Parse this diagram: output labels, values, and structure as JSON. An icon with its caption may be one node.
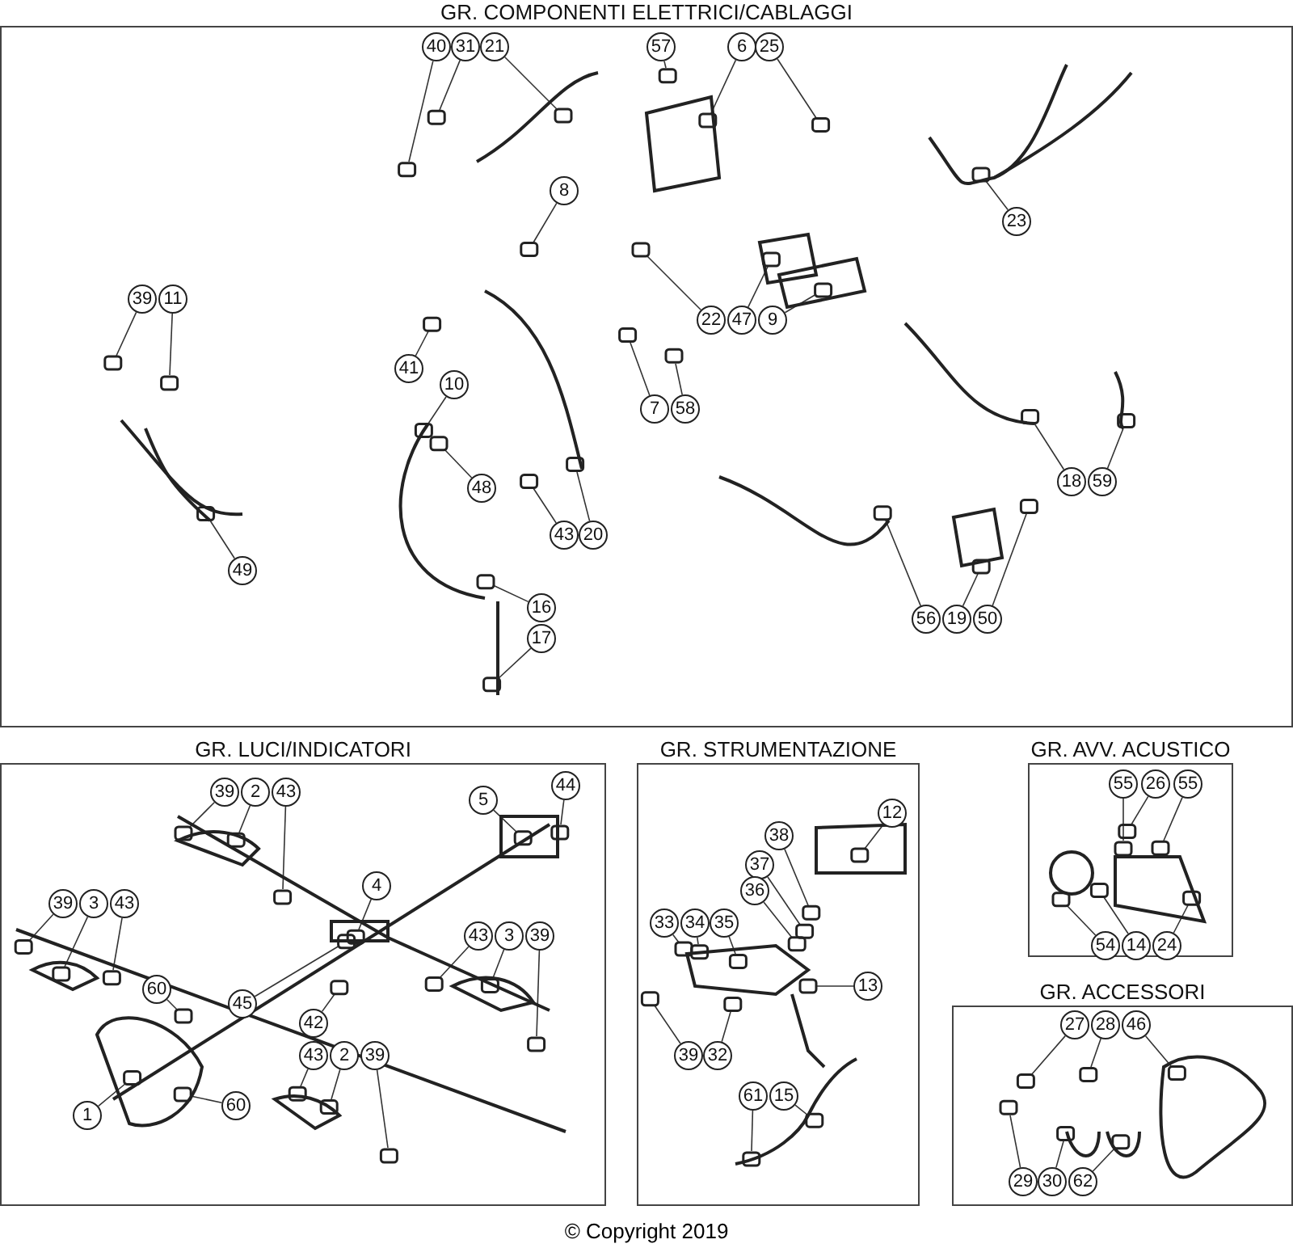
{
  "diagram": {
    "caption": "© Copyright 2019",
    "nodes": [
      {
        "text": [
          "GR. COMPONENTI ELETTRICI/CABLAGGI"
        ]
      },
      {
        "text": [
          "40"
        ],
        "in": 0
      },
      {
        "text": [
          "31"
        ],
        "in": 0
      },
      {
        "text": [
          "21"
        ],
        "in": 0
      },
      {
        "text": [
          "57"
        ],
        "in": 0
      },
      {
        "text": [
          "6"
        ],
        "in": 0
      },
      {
        "text": [
          "25"
        ],
        "in": 0
      },
      {
        "text": [
          "8"
        ],
        "in": 0
      },
      {
        "text": [
          "22"
        ],
        "in": 0
      },
      {
        "text": [
          "47"
        ],
        "in": 0
      },
      {
        "text": [
          "9"
        ],
        "in": 0
      },
      {
        "text": [
          "23"
        ],
        "in": 0
      },
      {
        "text": [
          "39"
        ],
        "in": 0
      },
      {
        "text": [
          "11"
        ],
        "in": 0
      },
      {
        "text": [
          "41"
        ],
        "in": 0
      },
      {
        "text": [
          "10"
        ],
        "in": 0
      },
      {
        "text": [
          "7"
        ],
        "in": 0
      },
      {
        "text": [
          "58"
        ],
        "in": 0
      },
      {
        "text": [
          "48"
        ],
        "in": 0
      },
      {
        "text": [
          "43"
        ],
        "in": 0
      },
      {
        "text": [
          "20"
        ],
        "in": 0
      },
      {
        "text": [
          "18"
        ],
        "in": 0
      },
      {
        "text": [
          "59"
        ],
        "in": 0
      },
      {
        "text": [
          "49"
        ],
        "in": 0
      },
      {
        "text": [
          "16"
        ],
        "in": 0
      },
      {
        "text": [
          "17"
        ],
        "in": 0
      },
      {
        "text": [
          "56"
        ],
        "in": 0
      },
      {
        "text": [
          "19"
        ],
        "in": 0
      },
      {
        "text": [
          "50"
        ],
        "in": 0
      },
      {
        "text": [
          "GR. LUCI/INDICATORI"
        ]
      },
      {
        "text": [
          "39"
        ],
        "in": 29
      },
      {
        "text": [
          "2"
        ],
        "in": 29
      },
      {
        "text": [
          "43"
        ],
        "in": 29
      },
      {
        "text": [
          "5"
        ],
        "in": 29
      },
      {
        "text": [
          "44"
        ],
        "in": 29
      },
      {
        "text": [
          "4"
        ],
        "in": 29
      },
      {
        "text": [
          "39"
        ],
        "in": 29
      },
      {
        "text": [
          "3"
        ],
        "in": 29
      },
      {
        "text": [
          "43"
        ],
        "in": 29
      },
      {
        "text": [
          "43"
        ],
        "in": 29
      },
      {
        "text": [
          "3"
        ],
        "in": 29
      },
      {
        "text": [
          "39"
        ],
        "in": 29
      },
      {
        "text": [
          "60"
        ],
        "in": 29
      },
      {
        "text": [
          "45"
        ],
        "in": 29
      },
      {
        "text": [
          "42"
        ],
        "in": 29
      },
      {
        "text": [
          "43"
        ],
        "in": 29
      },
      {
        "text": [
          "2"
        ],
        "in": 29
      },
      {
        "text": [
          "39"
        ],
        "in": 29
      },
      {
        "text": [
          "60"
        ],
        "in": 29
      },
      {
        "text": [
          "1"
        ],
        "in": 29
      },
      {
        "text": [
          "GR. STRUMENTAZIONE"
        ]
      },
      {
        "text": [
          "12"
        ],
        "in": 50
      },
      {
        "text": [
          "38"
        ],
        "in": 50
      },
      {
        "text": [
          "37"
        ],
        "in": 50
      },
      {
        "text": [
          "36"
        ],
        "in": 50
      },
      {
        "text": [
          "33"
        ],
        "in": 50
      },
      {
        "text": [
          "34"
        ],
        "in": 50
      },
      {
        "text": [
          "35"
        ],
        "in": 50
      },
      {
        "text": [
          "13"
        ],
        "in": 50
      },
      {
        "text": [
          "39"
        ],
        "in": 50
      },
      {
        "text": [
          "32"
        ],
        "in": 50
      },
      {
        "text": [
          "61"
        ],
        "in": 50
      },
      {
        "text": [
          "15"
        ],
        "in": 50
      },
      {
        "text": [
          "GR. AVV. ACUSTICO"
        ]
      },
      {
        "text": [
          "55"
        ],
        "in": 63
      },
      {
        "text": [
          "26"
        ],
        "in": 63
      },
      {
        "text": [
          "55"
        ],
        "in": 63
      },
      {
        "text": [
          "54"
        ],
        "in": 63
      },
      {
        "text": [
          "14"
        ],
        "in": 63
      },
      {
        "text": [
          "24"
        ],
        "in": 63
      },
      {
        "text": [
          "GR. ACCESSORI"
        ]
      },
      {
        "text": [
          "27"
        ],
        "in": 70
      },
      {
        "text": [
          "28"
        ],
        "in": 70
      },
      {
        "text": [
          "46"
        ],
        "in": 70
      },
      {
        "text": [
          "29"
        ],
        "in": 70
      },
      {
        "text": [
          "30"
        ],
        "in": 70
      },
      {
        "text": [
          "62"
        ],
        "in": 70
      }
    ],
    "edges": [
      {
        "from": 1,
        "to": null,
        "arrow": "none"
      },
      {
        "from": 2,
        "to": null,
        "arrow": "none"
      },
      {
        "from": 3,
        "to": null,
        "arrow": "none"
      },
      {
        "from": 4,
        "to": null,
        "arrow": "none"
      },
      {
        "from": 5,
        "to": null,
        "arrow": "none"
      },
      {
        "from": 6,
        "to": null,
        "arrow": "none"
      },
      {
        "from": 7,
        "to": null,
        "arrow": "none"
      },
      {
        "from": 8,
        "to": null,
        "arrow": "none"
      },
      {
        "from": 9,
        "to": null,
        "arrow": "none"
      },
      {
        "from": 10,
        "to": null,
        "arrow": "none"
      },
      {
        "from": 11,
        "to": null,
        "arrow": "none"
      },
      {
        "from": 12,
        "to": null,
        "arrow": "none"
      },
      {
        "from": 13,
        "to": null,
        "arrow": "none"
      },
      {
        "from": 14,
        "to": null,
        "arrow": "none"
      },
      {
        "from": 15,
        "to": null,
        "arrow": "none"
      },
      {
        "from": 16,
        "to": null,
        "arrow": "none"
      },
      {
        "from": 17,
        "to": null,
        "arrow": "none"
      },
      {
        "from": 18,
        "to": null,
        "arrow": "none"
      },
      {
        "from": 19,
        "to": null,
        "arrow": "none"
      },
      {
        "from": 20,
        "to": null,
        "arrow": "none"
      },
      {
        "from": 21,
        "to": null,
        "arrow": "none"
      },
      {
        "from": 22,
        "to": null,
        "arrow": "none"
      },
      {
        "from": 23,
        "to": null,
        "arrow": "none"
      },
      {
        "from": 24,
        "to": null,
        "arrow": "none"
      },
      {
        "from": 25,
        "to": null,
        "arrow": "none"
      },
      {
        "from": 26,
        "to": null,
        "arrow": "none"
      },
      {
        "from": 27,
        "to": null,
        "arrow": "none"
      },
      {
        "from": 28,
        "to": null,
        "arrow": "none"
      },
      {
        "from": 30,
        "to": null,
        "arrow": "none"
      },
      {
        "from": 31,
        "to": null,
        "arrow": "none"
      },
      {
        "from": 32,
        "to": null,
        "arrow": "none"
      },
      {
        "from": 33,
        "to": null,
        "arrow": "none"
      },
      {
        "from": 34,
        "to": null,
        "arrow": "none"
      },
      {
        "from": 35,
        "to": null,
        "arrow": "none"
      },
      {
        "from": 36,
        "to": null,
        "arrow": "none"
      },
      {
        "from": 37,
        "to": null,
        "arrow": "none"
      },
      {
        "from": 38,
        "to": null,
        "arrow": "none"
      },
      {
        "from": 39,
        "to": null,
        "arrow": "none"
      },
      {
        "from": 40,
        "to": null,
        "arrow": "none"
      },
      {
        "from": 41,
        "to": null,
        "arrow": "none"
      },
      {
        "from": 42,
        "to": null,
        "arrow": "none"
      },
      {
        "from": 43,
        "to": null,
        "arrow": "none"
      },
      {
        "from": 44,
        "to": null,
        "arrow": "none"
      },
      {
        "from": 45,
        "to": null,
        "arrow": "none"
      },
      {
        "from": 46,
        "to": null,
        "arrow": "none"
      },
      {
        "from": 47,
        "to": null,
        "arrow": "none"
      },
      {
        "from": 48,
        "to": null,
        "arrow": "none"
      },
      {
        "from": 49,
        "to": null,
        "arrow": "none"
      },
      {
        "from": 51,
        "to": null,
        "arrow": "none"
      },
      {
        "from": 52,
        "to": null,
        "arrow": "none"
      },
      {
        "from": 53,
        "to": null,
        "arrow": "none"
      },
      {
        "from": 54,
        "to": null,
        "arrow": "none"
      },
      {
        "from": 55,
        "to": null,
        "arrow": "none"
      },
      {
        "from": 56,
        "to": null,
        "arrow": "none"
      },
      {
        "from": 57,
        "to": null,
        "arrow": "none"
      },
      {
        "from": 58,
        "to": null,
        "arrow": "none"
      },
      {
        "from": 59,
        "to": null,
        "arrow": "none"
      },
      {
        "from": 60,
        "to": null,
        "arrow": "none"
      },
      {
        "from": 61,
        "to": null,
        "arrow": "none"
      },
      {
        "from": 62,
        "to": null,
        "arrow": "none"
      },
      {
        "from": 64,
        "to": null,
        "arrow": "none"
      },
      {
        "from": 65,
        "to": null,
        "arrow": "none"
      },
      {
        "from": 66,
        "to": null,
        "arrow": "none"
      },
      {
        "from": 67,
        "to": null,
        "arrow": "none"
      },
      {
        "from": 68,
        "to": null,
        "arrow": "none"
      },
      {
        "from": 69,
        "to": null,
        "arrow": "none"
      },
      {
        "from": 71,
        "to": null,
        "arrow": "none"
      },
      {
        "from": 72,
        "to": null,
        "arrow": "none"
      },
      {
        "from": 73,
        "to": null,
        "arrow": "none"
      },
      {
        "from": 74,
        "to": null,
        "arrow": "none"
      },
      {
        "from": 75,
        "to": null,
        "arrow": "none"
      },
      {
        "from": 76,
        "to": null,
        "arrow": "none"
      }
    ]
  }
}
